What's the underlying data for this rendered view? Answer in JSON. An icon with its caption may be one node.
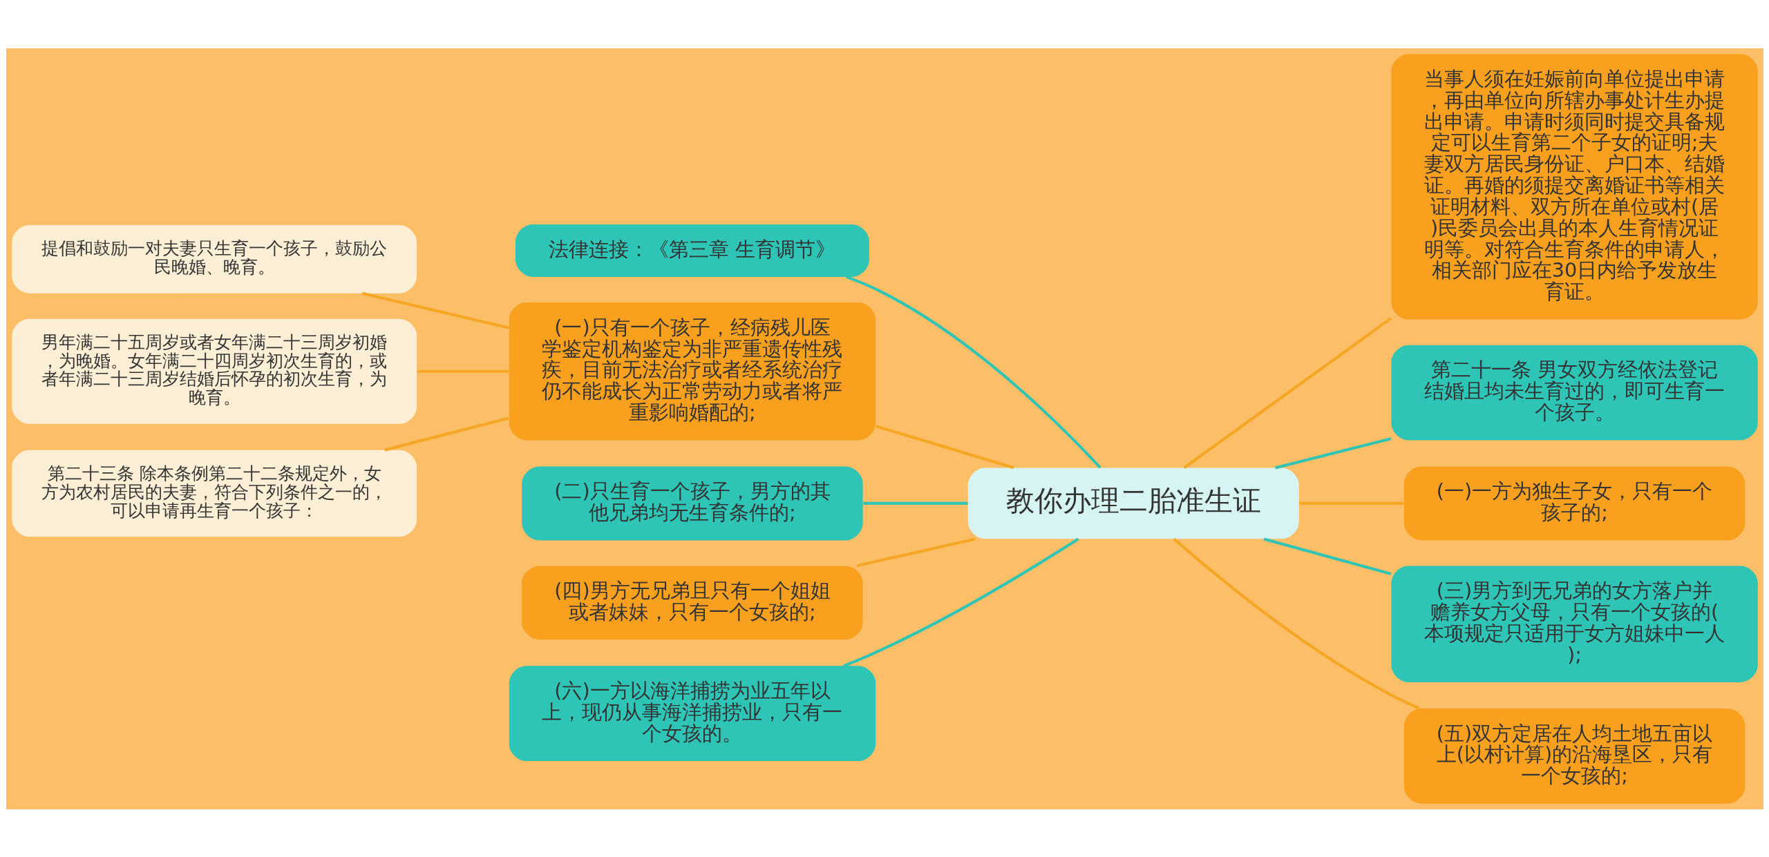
{
  "diagram": {
    "nodes": [
      {
        "text": [
          "教你办理二胎准生证"
        ]
      },
      {
        "text": [
          "法律连接：《第三章 生育调节》"
        ]
      },
      {
        "text": [
          "(一)只有一个孩子，经病残儿医学鉴定机构鉴定为非严重遗传性残疾，目前无法治疗或者经系统治疗仍不能成长为正常劳动力或者将严重影响婚配的;"
        ]
      },
      {
        "text": [
          "提倡和鼓励一对夫妻只生育一个孩子，鼓励公民晚婚、晚育。"
        ]
      },
      {
        "text": [
          "男年满二十五周岁或者女年满二十三周岁初婚，为晚婚。女年满二十四周岁初次生育的，或者年满二十三周岁结婚后怀孕的初次生育，为晚育。"
        ]
      },
      {
        "text": [
          "第二十三条 除本条例第二十二条规定外，女方为农村居民的夫妻，符合下列条件之一的，可以申请再生育一个孩子："
        ]
      },
      {
        "text": [
          "(二)只生育一个孩子，男方的其他兄弟均无生育条件的;"
        ]
      },
      {
        "text": [
          "(四)男方无兄弟且只有一个姐姐或者妹妹，只有一个女孩的;"
        ]
      },
      {
        "text": [
          "(六)一方以海洋捕捞为业五年以上，现仍从事海洋捕捞业，只有一个女孩的。"
        ]
      },
      {
        "text": [
          "当事人须在妊娠前向单位提出申请，再由单位向所辖办事处计生办提出申请。申请时须同时提交具备规定可以生育第二个子女的证明;夫妻双方居民身份证、户口本、结婚证。再婚的须提交离婚证书等相关证明材料、双方所在单位或村(居)民委员会出具的本人生育情况证明等。对符合生育条件的申请人，相关部门应在30日内给予发放生育证。"
        ]
      },
      {
        "text": [
          "第二十一条 男女双方经依法登记结婚且均未生育过的，即可生育一个孩子。"
        ]
      },
      {
        "text": [
          "(一)一方为独生子女，只有一个孩子的;"
        ]
      },
      {
        "text": [
          "(三)男方到无兄弟的女方落户并赡养女方父母，只有一个女孩的(本项规定只适用于女方姐妹中一人);"
        ]
      },
      {
        "text": [
          "(五)双方定居在人均土地五亩以上(以村计算)的沿海垦区，只有一个女孩的;"
        ]
      }
    ],
    "edges": [
      {
        "from": 0,
        "to": 1,
        "arrow": "none",
        "color": "#2ec4b6"
      },
      {
        "from": 0,
        "to": 2,
        "arrow": "none"
      },
      {
        "from": 2,
        "to": 3,
        "arrow": "none"
      },
      {
        "from": 2,
        "to": 4,
        "arrow": "none"
      },
      {
        "from": 2,
        "to": 5,
        "arrow": "none"
      },
      {
        "from": 0,
        "to": 6,
        "arrow": "none",
        "color": "#2ec4b6"
      },
      {
        "from": 0,
        "to": 7,
        "arrow": "none"
      },
      {
        "from": 0,
        "to": 8,
        "arrow": "none",
        "color": "#2ec4b6"
      },
      {
        "from": 0,
        "to": 9,
        "arrow": "none"
      },
      {
        "from": 0,
        "to": 10,
        "arrow": "none",
        "color": "#2ec4b6"
      },
      {
        "from": 0,
        "to": 11,
        "arrow": "none"
      },
      {
        "from": 0,
        "to": 12,
        "arrow": "none",
        "color": "#2ec4b6"
      },
      {
        "from": 0,
        "to": 13,
        "arrow": "none"
      }
    ]
  }
}
